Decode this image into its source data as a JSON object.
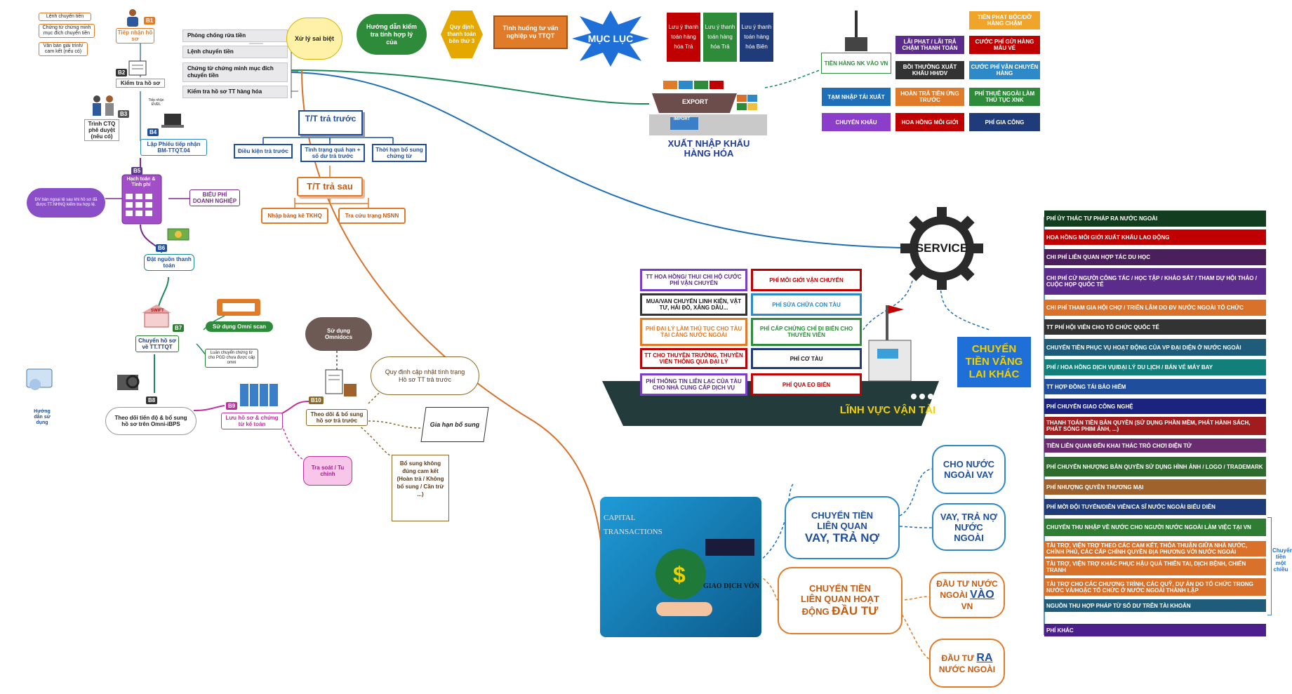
{
  "process": {
    "b1_notes": [
      "Lệnh chuyển tiền",
      "Chứng từ chứng minh mục đích chuyển tiền",
      "Văn bản giải trình/ cam kết (nếu có)"
    ],
    "b1_label": "Tiếp nhận hồ sơ",
    "b2_label": "Kiểm tra hồ sơ",
    "b3_label": "Trình CTQ phê duyệt (nếu có)",
    "b4_label": "Lập Phiếu tiếp nhận BM-TTQT.04",
    "b5_label": "Hạch toán & Tính phí",
    "b6_label": "Đặt nguồn thanh toán",
    "b7_label": "Chuyển hồ sơ về TT.TTQT",
    "b8_label": "Theo dõi tiến độ & bổ sung hồ sơ trên Omni-iBPS",
    "b9_label": "Lưu hồ sơ & chứng từ kế toán",
    "b10_label": "Theo dõi & bổ sung hồ sơ trả trước",
    "step_tags": [
      "B1",
      "B2",
      "B3",
      "B4",
      "B5",
      "B6",
      "B7",
      "B8",
      "B9",
      "B10"
    ],
    "tiny_approval": "Tiếp nhận ĐVĐL",
    "cloud_note": "ĐV bán ngoại tệ sau khi hồ sơ đã được TT.NHNQ kiểm tra hợp lệ.",
    "fee_box": "BIỂU PHÍ DOANH NGHIỆP",
    "omni_scan": "Sử dụng Omni scan",
    "omni_scan_note": "Luân chuyển chứng từ cho PGD chưa được cấp omni",
    "omnidocs": "Sử dụng Omnidocs",
    "guide_label": "Hướng dẫn sử dụng",
    "swift": "SWIFT",
    "trace": "Tra soát / Tu chỉnh",
    "update_note": "Quy định cập nhật tình trạng Hồ sơ TT trả trước",
    "extend_note": "Gia hạn bổ sung",
    "supplement_note": "Bổ sung không đúng cam kết (Hoàn trả / Không bổ sung / Cần trừ ...)"
  },
  "checklist": {
    "items": [
      "Phòng chống rửa tiền",
      "Lệnh chuyển tiền",
      "Chứng từ chứng minh mục đích chuyển tiền",
      "Kiểm tra hồ sơ TT hàng hóa"
    ],
    "speech": "Xử lý sai biệt",
    "cloud": "Hướng dẫn kiểm tra tính hợp lý của",
    "hexagon": "Quy định thanh toán bên thứ 3",
    "scroll": "Tình huống tư vấn nghiệp vụ TTQT",
    "starburst": "MỤC LỤC",
    "tt_before": "T/T trả trước",
    "tt_before_children": [
      "Điều kiện trả trước",
      "Tình trạng quá hạn + số dư trả trước",
      "Thời hạn bổ sung chứng từ"
    ],
    "tt_after": "T/T trả sau",
    "tt_after_children": [
      "Nhập bảng kê TKHQ",
      "Tra cứu trạng NSNN"
    ]
  },
  "notes_cards": [
    {
      "text": "Lưu ý thanh toán hàng hóa Trả",
      "color": "#c00000"
    },
    {
      "text": "Lưu ý thanh toán hàng hóa Trả",
      "color": "#2e8b3a"
    },
    {
      "text": "Lưu ý thanh toán hàng hóa Biên",
      "color": "#1f3b7a"
    }
  ],
  "import_export": {
    "title": "XUẤT NHẬP KHẨU HÀNG HÓA",
    "ship_label": "EXPORT",
    "truck_label": "IMPORT",
    "grid": [
      [
        "",
        "LÃI PHẠT / LÃI TRẢ CHẬM THANH TOÁN",
        "TIỀN PHẠT BỐC/DỠ HÀNG CHẬM"
      ],
      [
        "TIỀN HÀNG NK VÀO VN",
        "BỒI THƯỜNG XUẤT KHẨU HH/DV",
        "CƯỚC PHÍ GỬI HÀNG MẪU VÉ"
      ],
      [
        "TẠM NHẬP TÁI XUẤT",
        "HOÀN TRẢ TIỀN ỨNG TRƯỚC",
        "CƯỚC PHÍ VẬN CHUYỂN HÀNG"
      ],
      [
        "CHUYỂN KHẨU",
        "HOA HỒNG MÔI GIỚI",
        "PHÍ THUÊ NGOÀI LÀM THỦ TỤC XNK"
      ],
      [
        "",
        "",
        "PHÍ GIA CÔNG"
      ]
    ]
  },
  "transport": {
    "title": "LĨNH VỰC VẬN TẢI",
    "left": [
      "TT HOA HỒNG/ THU/ CHI HỘ CƯỚC PHÍ VẬN CHUYỂN",
      "MUA/VAN CHUYỂN LINH KIỆN, VẬT TƯ, HẢI ĐỒ, XĂNG DẦU...",
      "PHÍ ĐẠI LÝ LÀM THỦ TỤC CHO TÀU TẠI CẢNG NƯỚC NGOÀI",
      "TT CHO THUYỀN TRƯỞNG, THUYỀN VIÊN THÔNG QUA ĐẠI LÝ",
      "PHÍ THÔNG TIN LIÊN LẠC CỦA TÀU CHO NHÀ CUNG CẤP DỊCH VỤ"
    ],
    "right": [
      "PHÍ MÔI GIỚI VẬN CHUYỂN",
      "PHÍ SỬA CHỮA CON TÀU",
      "PHÍ CẤP CHỨNG CHỈ ĐI BIỂN CHO THUYỀN VIÊN",
      "PHÍ CƠ TÀU",
      "PHÍ QUA EO BIỂN"
    ]
  },
  "service": {
    "gear_label": "SERVICE",
    "transfer_box": "CHUYỂN TIỀN VÃNG LAI KHÁC",
    "side_label": "Chuyển tiền một chiều",
    "fees": [
      {
        "text": "PHÍ ỦY THÁC TƯ PHÁP RA NƯỚC NGOÀI",
        "color": "#123d1f"
      },
      {
        "text": "HOA HỒNG MÔI GIỚI XUẤT KHẨU LAO ĐỘNG",
        "color": "#c00000"
      },
      {
        "text": "CHI PHÍ LIÊN QUAN HỢP TÁC DU HỌC",
        "color": "#4b1f5c"
      },
      {
        "text": "CHI PHÍ CỬ NGƯỜI CÔNG TÁC / HỌC TẬP / KHẢO SÁT / THAM DỰ HỘI THẢO / CUỘC HỌP QUỐC TẾ",
        "color": "#5b2c8c"
      },
      {
        "text": "CHI PHÍ THAM GIA HỘI CHỢ / TRIỂN LÃM DO ĐV NƯỚC NGOÀI TỔ CHỨC",
        "color": "#d9712b"
      },
      {
        "text": "TT PHÍ HỘI VIÊN CHO TỔ CHỨC QUỐC TẾ",
        "color": "#333333"
      },
      {
        "text": "CHUYỂN TIỀN PHỤC VỤ HOẠT ĐỘNG CỦA VP ĐẠI DIỆN Ở NƯỚC NGOÀI",
        "color": "#1f5c7a"
      },
      {
        "text": "PHÍ / HOA HỒNG DỊCH VỤ/ĐẠI LÝ DU LỊCH / BÁN VÉ MÁY BAY",
        "color": "#137f7a"
      },
      {
        "text": "TT HỢP ĐỒNG TÁI BẢO HIỂM",
        "color": "#1f4e9c"
      },
      {
        "text": "PHÍ CHUYỂN GIAO CÔNG NGHỆ",
        "color": "#1a237e"
      },
      {
        "text": "THANH TOÁN TIỀN BẢN QUYỀN (SỬ DỤNG PHẦN MỀM, PHÁT HÀNH SÁCH, PHÁT SÓNG PHIM ẢNH, ...)",
        "color": "#a11c1c"
      },
      {
        "text": "TIỀN LIÊN QUAN ĐẾN KHAI THÁC TRÒ CHƠI ĐIỆN TỬ",
        "color": "#6a2c70"
      },
      {
        "text": "PHÍ CHUYỂN NHƯỢNG BẢN QUYỀN SỬ DỤNG HÌNH ẢNH / LOGO / TRADEMARK",
        "color": "#2e6b2e"
      },
      {
        "text": "PHÍ NHƯỢNG QUYỀN THƯƠNG MẠI",
        "color": "#a0622d"
      },
      {
        "text": "PHÍ MỜI ĐỘI TUYỂN/DIỄN VIÊN/CA SĨ NƯỚC NGOÀI BIỂU DIỄN",
        "color": "#1f3b7a"
      },
      {
        "text": "CHUYỂN THU NHẬP VỀ NƯỚC CHO NGƯỜI NƯỚC NGOÀI LÀM VIỆC TẠI VN",
        "color": "#2e7d32"
      },
      {
        "text": "TÀI TRỢ, VIỆN TRỢ THEO CÁC CAM KẾT, THỎA THUẬN GIỮA NHÀ NƯỚC, CHÍNH PHỦ, CÁC CẤP CHÍNH QUYỀN ĐỊA PHƯƠNG VỚI NƯỚC NGOÀI",
        "color": "#d9712b"
      },
      {
        "text": "TÀI TRỢ, VIỆN TRỢ KHẮC PHỤC HẬU QUẢ THIÊN TAI, DỊCH BỆNH, CHIẾN TRANH",
        "color": "#d9712b"
      },
      {
        "text": "TÀI TRỢ CHO CÁC CHƯƠNG TRÌNH, CÁC QUỸ, DỰ ÁN DO TỔ CHỨC TRONG NƯỚC VÀ/HOẶC TỔ CHỨC Ở NƯỚC NGOÀI THÀNH LẬP",
        "color": "#d9712b"
      },
      {
        "text": "NGUỒN THU HỢP PHÁP TỪ SỐ DƯ TRÊN TÀI KHOẢN",
        "color": "#1f5c7a"
      },
      {
        "text": "PHÍ KHÁC",
        "color": "#4b1f8c"
      }
    ]
  },
  "capital": {
    "image_title": "CAPITAL TRANSACTIONS",
    "image_sub": "GIAO DỊCH VỐN",
    "loan": {
      "line1": "CHUYỂN TIỀN",
      "line2": "LIÊN QUAN",
      "line3": "VAY, TRẢ NỢ"
    },
    "invest": {
      "line1": "CHUYỂN TIỀN",
      "line2": "LIÊN QUAN HOẠT",
      "line3_pre": "ĐỘNG ",
      "line3_big": "ĐẦU TƯ"
    },
    "loan_children": [
      "CHO NƯỚC NGOÀI VAY",
      "VAY, TRẢ NỢ NƯỚC NGOÀI"
    ],
    "invest_in": {
      "pre": "ĐẦU TƯ NƯỚC NGOÀI ",
      "big": "VÀO",
      "post": " VN"
    },
    "invest_out": {
      "pre": "ĐẦU TƯ ",
      "big": "RA",
      "post": " NƯỚC NGOÀI"
    }
  }
}
